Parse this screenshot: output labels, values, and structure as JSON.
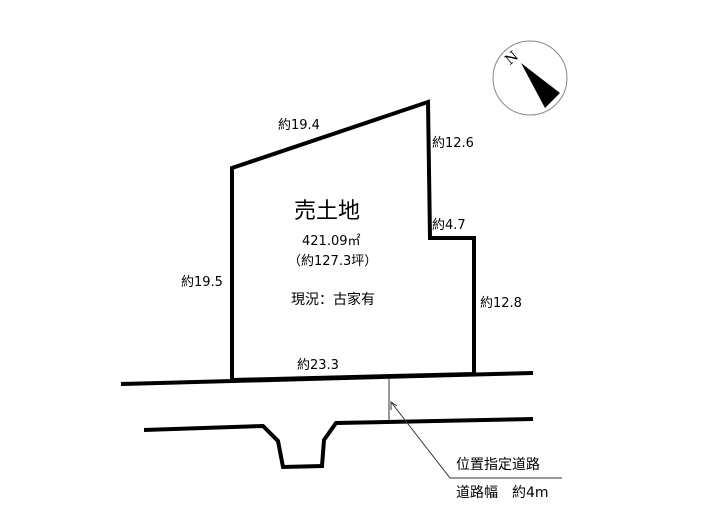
{
  "plot": {
    "title": "売土地",
    "area_sqm": "421.09㎡",
    "area_tsubo": "（約127.3坪）",
    "status": "現況：古家有"
  },
  "dimensions": {
    "top": "約19.4",
    "right_upper": "約12.6",
    "step": "約4.7",
    "right_lower": "約12.8",
    "left": "約19.5",
    "bottom": "約23.3"
  },
  "road": {
    "type": "位置指定道路",
    "width": "道路幅　約4m"
  },
  "compass": {
    "north_label": "N"
  }
}
